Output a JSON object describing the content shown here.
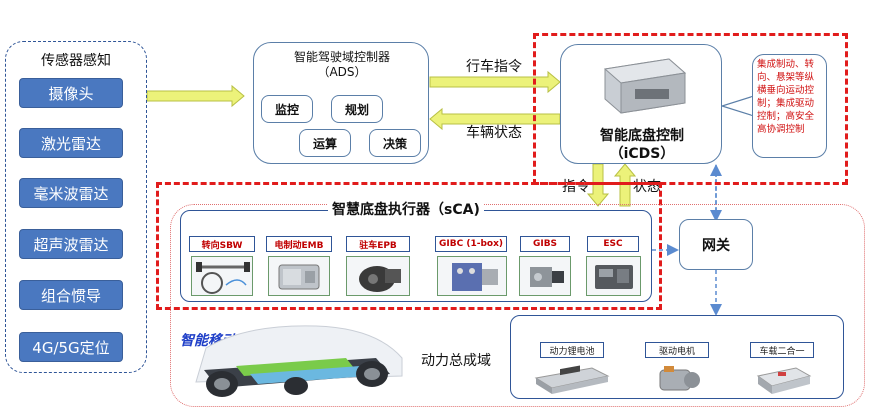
{
  "sensors": {
    "title": "传感器感知",
    "items": [
      "摄像头",
      "激光雷达",
      "毫米波雷达",
      "超声波雷达",
      "组合惯导",
      "4G/5G定位"
    ]
  },
  "ads": {
    "title_line1": "智能驾驶域控制器",
    "title_line2": "（ADS）",
    "modules": [
      "监控",
      "规划",
      "运算",
      "决策"
    ]
  },
  "flows": {
    "drive_cmd": "行车指令",
    "vehicle_state": "车辆状态",
    "cmd": "指令",
    "state": "状态"
  },
  "icds": {
    "title_line1": "智能底盘控制",
    "title_line2": "（iCDS）",
    "callout": "集成制动、转向、悬架等纵横垂向运动控制；集成驱动控制；高安全高协调控制"
  },
  "sca": {
    "title": "智慧底盘执行器（sCA)",
    "actuators": [
      "转向SBW",
      "电制动EMB",
      "驻车EPB",
      "GIBC (1-box)",
      "GIBS",
      "ESC"
    ]
  },
  "gateway": {
    "label": "网关"
  },
  "platform": {
    "label": "智能移动底盘"
  },
  "powertrain": {
    "label": "动力总成域",
    "items": [
      "动力锂电池",
      "驱动电机",
      "车载二合一"
    ]
  }
}
